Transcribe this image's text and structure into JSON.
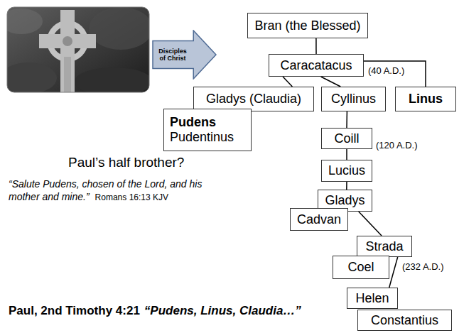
{
  "diagram": {
    "nodes": [
      {
        "text": [
          "Disciples of Christ"
        ]
      },
      {
        "text": [
          "Bran (the Blessed)"
        ]
      },
      {
        "text": [
          "Caracatacus"
        ]
      },
      {
        "text": [
          "Gladys (Claudia)"
        ]
      },
      {
        "text": [
          "Pudens",
          "Pudentinus"
        ]
      },
      {
        "text": [
          "Cyllinus"
        ]
      },
      {
        "text": [
          "Linus"
        ]
      },
      {
        "text": [
          "Coill"
        ]
      },
      {
        "text": [
          "Lucius"
        ]
      },
      {
        "text": [
          "Gladys"
        ]
      },
      {
        "text": [
          "Cadvan"
        ]
      },
      {
        "text": [
          "Strada"
        ]
      },
      {
        "text": [
          "Coel"
        ]
      },
      {
        "text": [
          "Helen"
        ]
      },
      {
        "text": [
          "Constantius"
        ]
      }
    ],
    "edges": [
      {
        "from": 1,
        "to": 2,
        "arrow": "none"
      },
      {
        "from": 2,
        "to": 3,
        "arrow": "none"
      },
      {
        "from": 2,
        "to": 5,
        "arrow": "none"
      },
      {
        "from": 2,
        "to": 6,
        "arrow": "none"
      },
      {
        "from": 5,
        "to": 7,
        "arrow": "none"
      },
      {
        "from": 7,
        "to": 8,
        "arrow": "none"
      },
      {
        "from": 8,
        "to": 9,
        "arrow": "none"
      },
      {
        "from": 9,
        "to": 11,
        "arrow": "none"
      },
      {
        "from": 11,
        "to": 13,
        "arrow": "none"
      }
    ],
    "labels": [
      "(40 A.D.)",
      "(120 A.D.)",
      "(232 A.D.)",
      "Paul’s half brother?",
      "“Salute Pudens, chosen of the Lord, and his mother and mine.”",
      "Romans 16:13 KJV",
      "Paul, 2nd Timothy 4:21",
      "“Pudens, Linus, Claudia…”"
    ]
  }
}
